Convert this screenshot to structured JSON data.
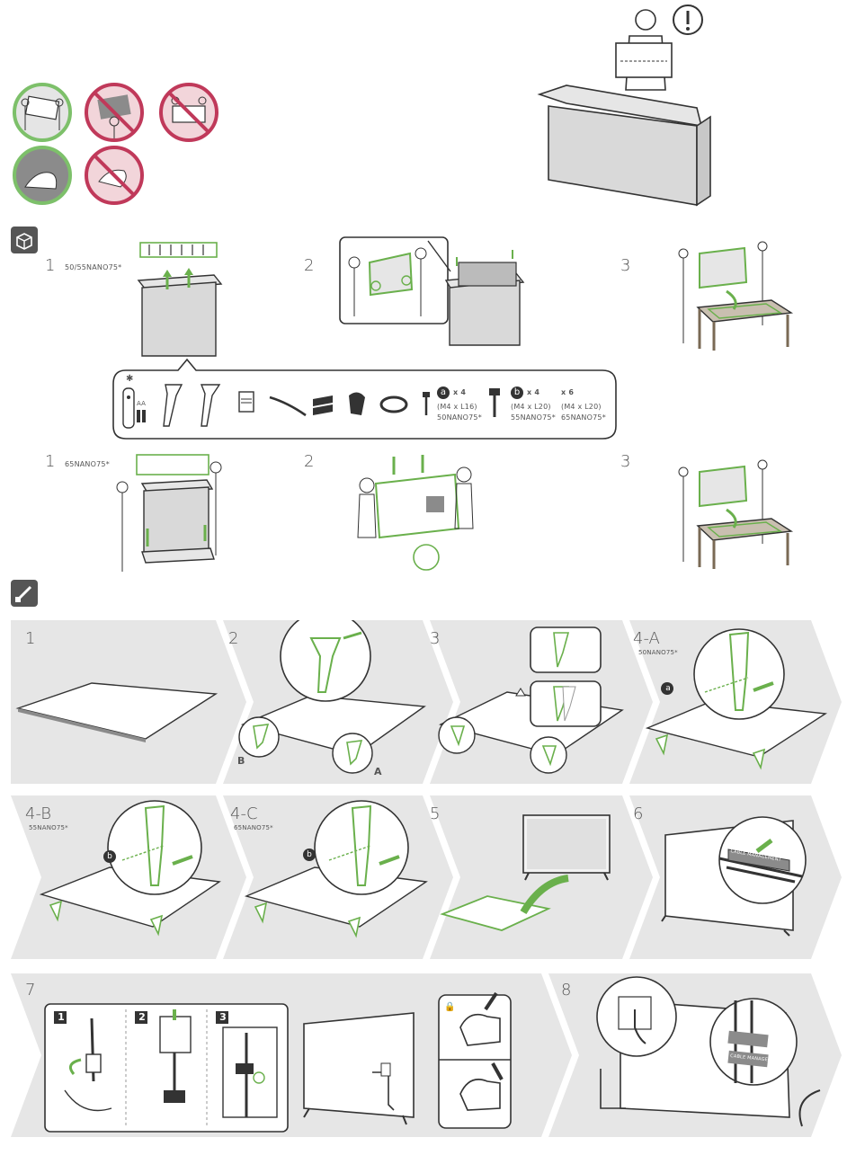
{
  "section_one": {
    "model_a": "50/55NANO75*",
    "model_b": "65NANO75*",
    "step_1": "1",
    "step_2": "2",
    "step_3": "3"
  },
  "contents": {
    "bluetooth_symbol": "✱",
    "battery_label": "AA",
    "screw_a": {
      "letter": "a",
      "count": "x 4",
      "spec": "(M4 x L16)",
      "model": "50NANO75*"
    },
    "screw_b": {
      "letter": "b",
      "count": "x 4",
      "spec": "(M4 x L20)",
      "model": "55NANO75*"
    },
    "screw_c": {
      "count": "x 6",
      "spec": "(M4 x L20)",
      "model": "65NANO75*"
    }
  },
  "assembly": {
    "steps": [
      {
        "num": "1"
      },
      {
        "num": "2",
        "labels": [
          "B",
          "A"
        ]
      },
      {
        "num": "3"
      },
      {
        "num": "4-A",
        "model": "50NANO75*",
        "screw": "a"
      },
      {
        "num": "4-B",
        "model": "55NANO75*",
        "screw": "b"
      },
      {
        "num": "4-C",
        "model": "65NANO75*",
        "screw": "b"
      },
      {
        "num": "5"
      },
      {
        "num": "6",
        "clip_label": "CABLE MANAGEMENT"
      },
      {
        "num": "7",
        "substeps": [
          "1",
          "2",
          "3"
        ]
      },
      {
        "num": "8",
        "clip_label": "CABLE MANAGEMENT"
      }
    ]
  },
  "colors": {
    "accent": "#6ab04c",
    "warn": "#c0395a",
    "panel": "#e6e6e6",
    "box": "#d9d9d9"
  }
}
